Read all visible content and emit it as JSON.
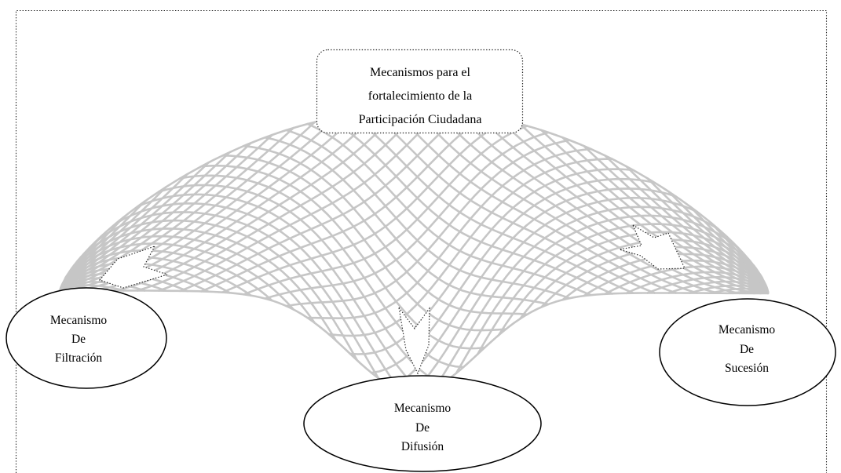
{
  "central_box": {
    "lines": [
      "Mecanismos para el",
      "fortalecimiento de la",
      "Participación Ciudadana"
    ]
  },
  "mechanisms": {
    "filtration": {
      "lines": [
        "Mecanismo",
        "De",
        "Filtración"
      ]
    },
    "diffusion": {
      "lines": [
        "Mecanismo",
        "De",
        "Difusión"
      ]
    },
    "succession": {
      "lines": [
        "Mecanismo",
        "De",
        "Sucesión"
      ]
    }
  },
  "colors": {
    "mesh": "#c6c6c6",
    "outline": "#000000"
  }
}
